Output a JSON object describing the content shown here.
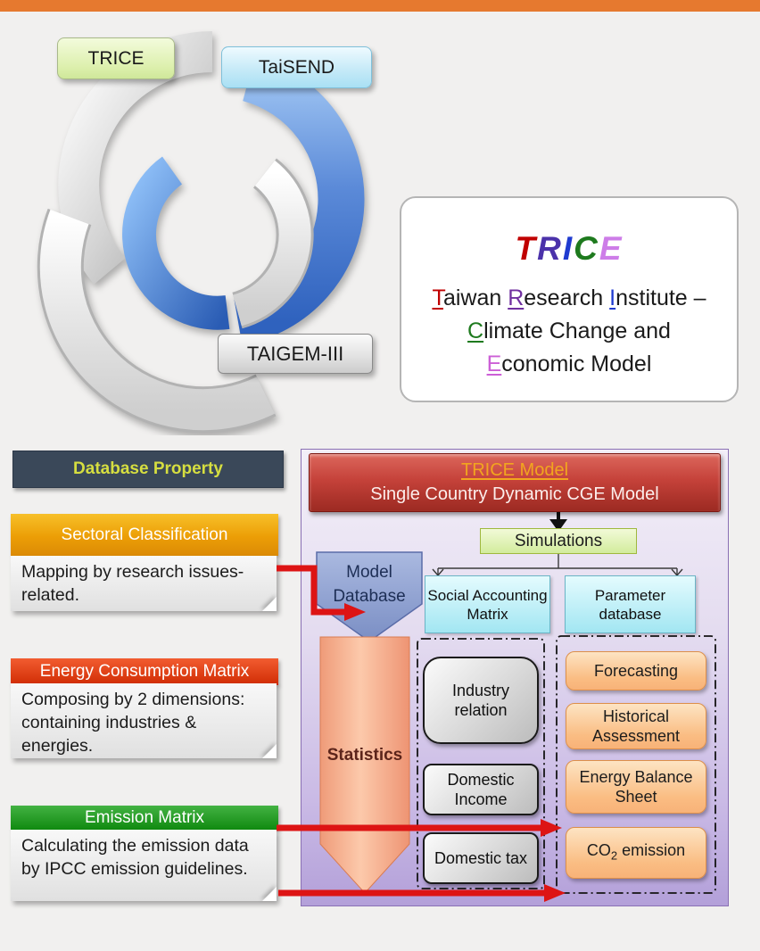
{
  "slide": {
    "background_color": "#f1f0ef",
    "accent_bar_color": "#e6792f"
  },
  "cycle_graphic": {
    "trice_label": "TRICE",
    "taisend_label": "TaiSEND",
    "taigem_label": "TAIGEM-III"
  },
  "title_card": {
    "acronym": [
      {
        "t": "T",
        "c": "#c00000"
      },
      {
        "t": "R",
        "c": "#4b32aa"
      },
      {
        "t": "I",
        "c": "#1f3bd0"
      },
      {
        "t": "C",
        "c": "#1e7a1e"
      },
      {
        "t": "E",
        "c": "#cd7de8"
      }
    ],
    "line1": [
      {
        "t": "T",
        "c": "#c00000"
      },
      {
        "t": "aiwan "
      },
      {
        "t": "R",
        "c": "#7030a0"
      },
      {
        "t": "esearch "
      },
      {
        "t": "I",
        "c": "#1f3bd0"
      },
      {
        "t": "nstitute –"
      }
    ],
    "line2": [
      {
        "t": "C",
        "c": "#1e7a1e"
      },
      {
        "t": "limate Change and"
      }
    ],
    "line3": [
      {
        "t": "E",
        "c": "#cc5fd6"
      },
      {
        "t": "conomic Model"
      }
    ]
  },
  "database_property": {
    "header": "Database Property",
    "header_bg": "#3a4859",
    "header_fg": "#d6de40",
    "sections": [
      {
        "title": "Sectoral Classification",
        "color": "#ec9e06",
        "description": "Mapping by research issues-related."
      },
      {
        "title": "Energy Consumption Matrix",
        "color": "#d53008",
        "description": "Composing by 2 dimensions: containing industries & energies."
      },
      {
        "title": "Emission Matrix",
        "color": "#22a022",
        "description": "Calculating the emission data by IPCC emission guidelines."
      }
    ]
  },
  "model_panel": {
    "panel_bg": "#c9b9e5",
    "header_bg": "#c5423a",
    "header_title": "TRICE Model",
    "header_title_color": "#f2a51f",
    "header_subtitle": "Single Country Dynamic CGE Model",
    "simulations_label": "Simulations",
    "model_database_label": "Model Database",
    "social_accounting_label": "Social Accounting Matrix",
    "parameter_db_label": "Parameter database",
    "statistics_label": "Statistics",
    "data_boxes": [
      "Industry relation",
      "Domestic Income",
      "Domestic tax"
    ],
    "output_boxes": [
      "Forecasting",
      "Historical Assessment",
      "Energy Balance Sheet"
    ],
    "co2_box": {
      "prefix": "CO",
      "sub": "2",
      "suffix": " emission"
    }
  }
}
